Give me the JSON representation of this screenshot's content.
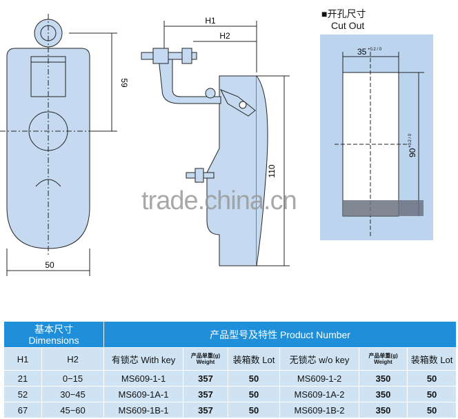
{
  "drawing": {
    "front_view": {
      "width_dim": "50",
      "height_dim": "59"
    },
    "side_view": {
      "h1_label": "H1",
      "h2_label": "H2",
      "height_dim": "110"
    },
    "cut_out": {
      "title_cn": "■开孔尺寸",
      "title_en": "Cut Out",
      "width_dim": "35",
      "width_tol": "+0.2 / 0",
      "height_dim": "90",
      "height_tol": "+0.2 / 0"
    },
    "watermark": "trade.china.cn",
    "colors": {
      "part_fill": "#c5daf0",
      "table_header": "#1f8fd9",
      "table_row": "#cfe3f3"
    }
  },
  "table": {
    "group_dimensions_cn": "基本尺寸",
    "group_dimensions_en": "Dimensions",
    "group_product": "产品型号及特性 Product Number",
    "columns": {
      "h1": "H1",
      "h2": "H2",
      "with_key": "有锁芯 With key",
      "weight_cn": "产品单重(g)",
      "weight_en": "Weight",
      "lot": "装箱数 Lot",
      "without_key": "无锁芯 w/o key"
    },
    "rows": [
      {
        "h1": "21",
        "h2": "0−15",
        "with_key": "MS609-1-1",
        "weight1": "357",
        "lot1": "50",
        "without_key": "MS609-1-2",
        "weight2": "350",
        "lot2": "50"
      },
      {
        "h1": "52",
        "h2": "30−45",
        "with_key": "MS609-1A-1",
        "weight1": "357",
        "lot1": "50",
        "without_key": "MS609-1A-2",
        "weight2": "350",
        "lot2": "50"
      },
      {
        "h1": "67",
        "h2": "45−60",
        "with_key": "MS609-1B-1",
        "weight1": "357",
        "lot1": "50",
        "without_key": "MS609-1B-2",
        "weight2": "350",
        "lot2": "50"
      }
    ]
  }
}
